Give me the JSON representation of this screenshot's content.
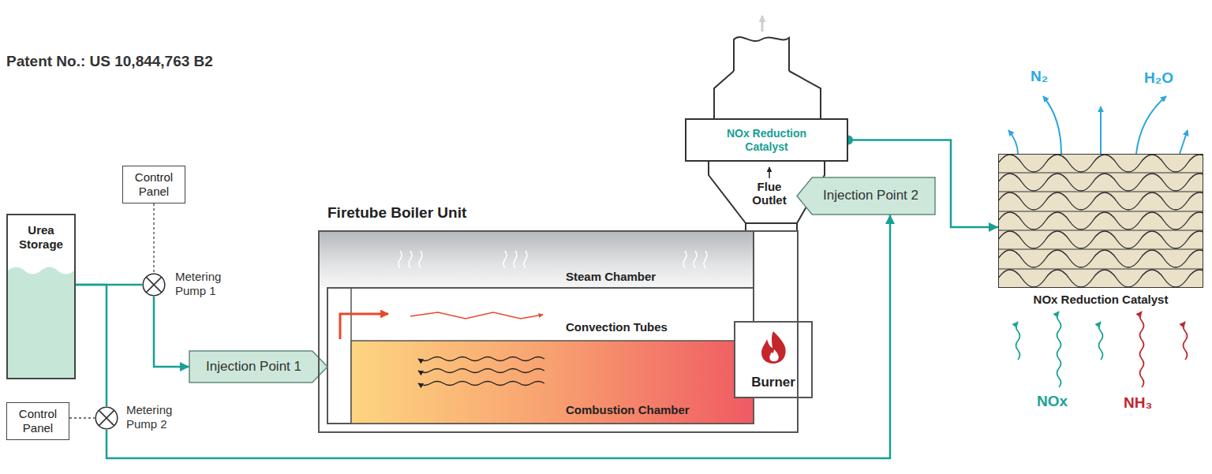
{
  "diagram": {
    "title": "Patent No.: US 10,844,763 B2",
    "nodes": [
      {
        "text": [
          "Urea Storage"
        ]
      },
      {
        "text": [
          "Control Panel"
        ]
      },
      {
        "text": [
          "Metering Pump 1"
        ]
      },
      {
        "text": [
          "Injection Point 1"
        ]
      },
      {
        "text": [
          "Control Panel"
        ]
      },
      {
        "text": [
          "Metering Pump 2"
        ]
      },
      {
        "text": [
          "Firetube Boiler Unit"
        ]
      },
      {
        "text": [
          "Steam Chamber"
        ],
        "in": 6
      },
      {
        "text": [
          "Convection Tubes"
        ],
        "in": 6
      },
      {
        "text": [
          "Combustion Chamber"
        ],
        "in": 6
      },
      {
        "text": [
          "Burner"
        ],
        "in": 6
      },
      {
        "text": [
          "NOx Reduction Catalyst"
        ]
      },
      {
        "text": [
          "Injection Point 2"
        ]
      },
      {
        "text": [
          "NOx Reduction Catalyst"
        ]
      }
    ],
    "edges": [
      {
        "from": 0,
        "to": 2,
        "arrow": "none"
      },
      {
        "from": 0,
        "to": 5,
        "arrow": "none"
      },
      {
        "from": 1,
        "to": 2,
        "arrow": "none"
      },
      {
        "from": 4,
        "to": 5,
        "arrow": "none"
      },
      {
        "from": 2,
        "to": 3,
        "arrow": "to"
      },
      {
        "from": 5,
        "to": 12,
        "arrow": "to"
      },
      {
        "from": 11,
        "to": 13,
        "arrow": "to"
      }
    ],
    "labels": [
      "Flue Outlet",
      "N₂",
      "H₂O",
      "NOx",
      "NH₃"
    ]
  }
}
